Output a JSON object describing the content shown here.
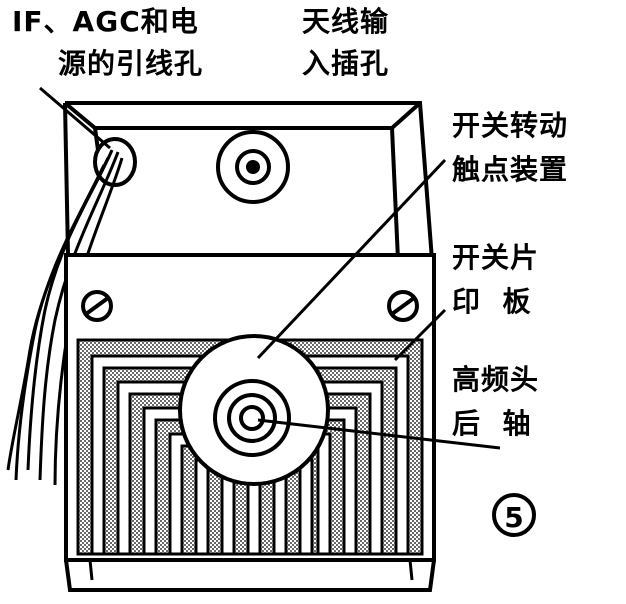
{
  "labels": {
    "if_agc_line1": "IF、AGC和电",
    "if_agc_line2": "源的引线孔",
    "antenna_line1": "天线输",
    "antenna_line2": "入插孔",
    "switch_contact_line1": "开关转动",
    "switch_contact_line2": "触点装置",
    "switch_board_line1": "开关片",
    "switch_board_line2": "印  板",
    "tuner_shaft_line1": "高频头",
    "tuner_shaft_line2": "后  轴"
  },
  "figure_number": "5"
}
